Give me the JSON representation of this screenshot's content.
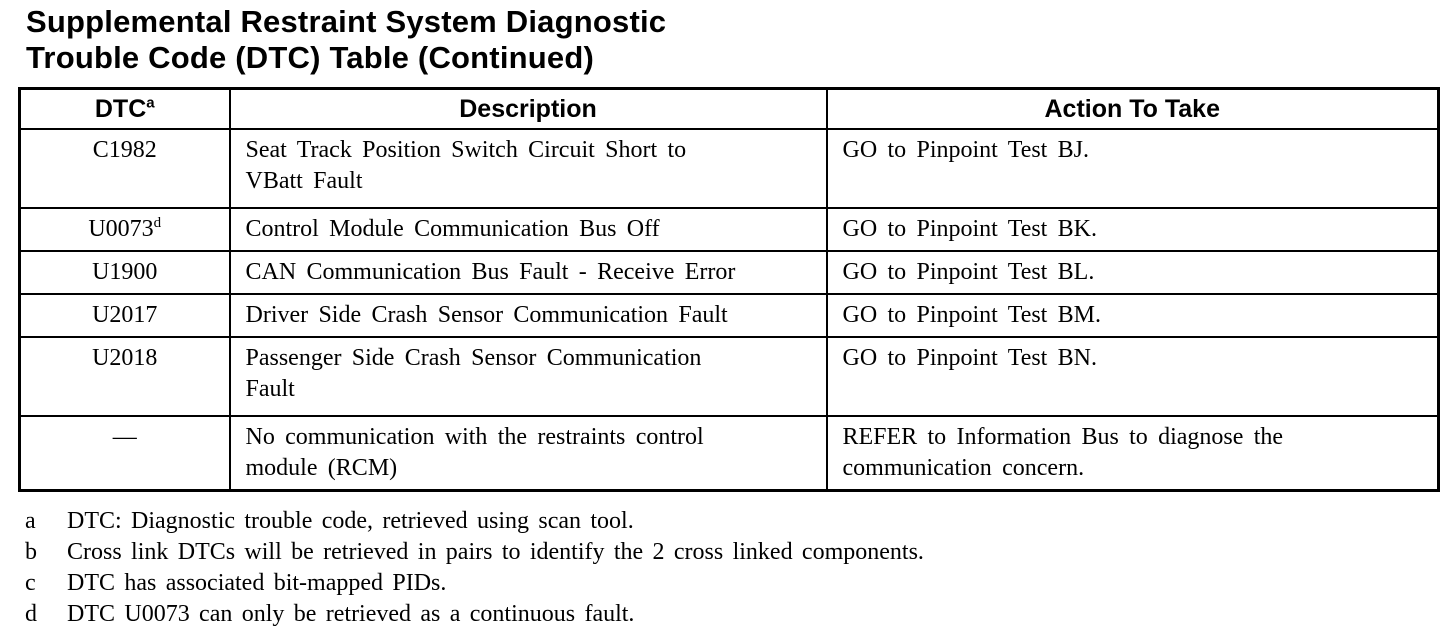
{
  "page": {
    "title": "Supplemental Restraint System Diagnostic\nTrouble Code (DTC) Table (Continued)"
  },
  "table": {
    "headers": {
      "dtc_label": "DTC",
      "dtc_sup": "a",
      "description_label": "Description",
      "action_label": "Action To Take"
    },
    "rows": [
      {
        "code": "C1982",
        "code_sup": "",
        "description": "Seat Track Position Switch Circuit Short to\nVBatt Fault",
        "action": "GO to Pinpoint Test BJ."
      },
      {
        "code": "U0073",
        "code_sup": "d",
        "description": "Control Module Communication Bus Off",
        "action": "GO to Pinpoint Test BK."
      },
      {
        "code": "U1900",
        "code_sup": "",
        "description": "CAN Communication Bus Fault - Receive Error",
        "action": "GO to Pinpoint Test BL."
      },
      {
        "code": "U2017",
        "code_sup": "",
        "description": "Driver Side Crash Sensor Communication Fault",
        "action": "GO to Pinpoint Test BM."
      },
      {
        "code": "U2018",
        "code_sup": "",
        "description": "Passenger Side Crash Sensor Communication\nFault",
        "action": "GO to Pinpoint Test BN."
      },
      {
        "code": "—",
        "code_sup": "",
        "description": "No communication with the restraints control\nmodule (RCM)",
        "action": "REFER to Information Bus to diagnose the\ncommunication concern."
      }
    ]
  },
  "footnotes": [
    {
      "letter": "a",
      "text": "DTC: Diagnostic trouble code, retrieved using scan tool."
    },
    {
      "letter": "b",
      "text": "Cross link DTCs will be retrieved in pairs to identify the 2 cross linked components."
    },
    {
      "letter": "c",
      "text": "DTC has associated bit-mapped PIDs."
    },
    {
      "letter": "d",
      "text": "DTC U0073 can only be retrieved as a continuous fault."
    }
  ]
}
